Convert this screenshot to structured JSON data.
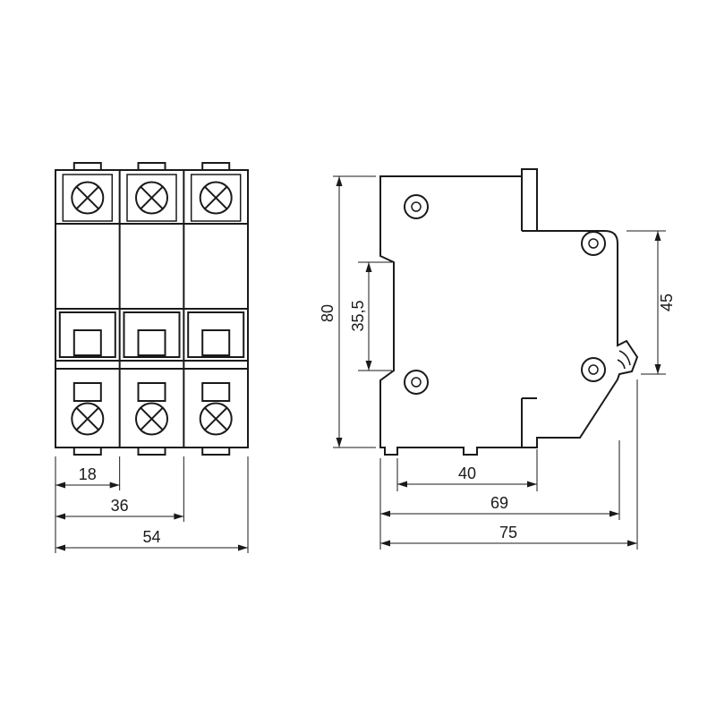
{
  "page": {
    "background": "#ffffff",
    "line_color": "#1a1a1a",
    "description": "Dimensional technical drawing of a 3-pole modular circuit breaker, front and side views"
  },
  "front_view": {
    "dimensions": {
      "module_width": "18",
      "double_width": "36",
      "total_width": "54"
    }
  },
  "side_view": {
    "dimensions": {
      "total_height": "80",
      "rail_recess_height": "35,5",
      "front_height": "45",
      "rail_depth": "40",
      "body_depth": "69",
      "total_depth": "75"
    }
  }
}
